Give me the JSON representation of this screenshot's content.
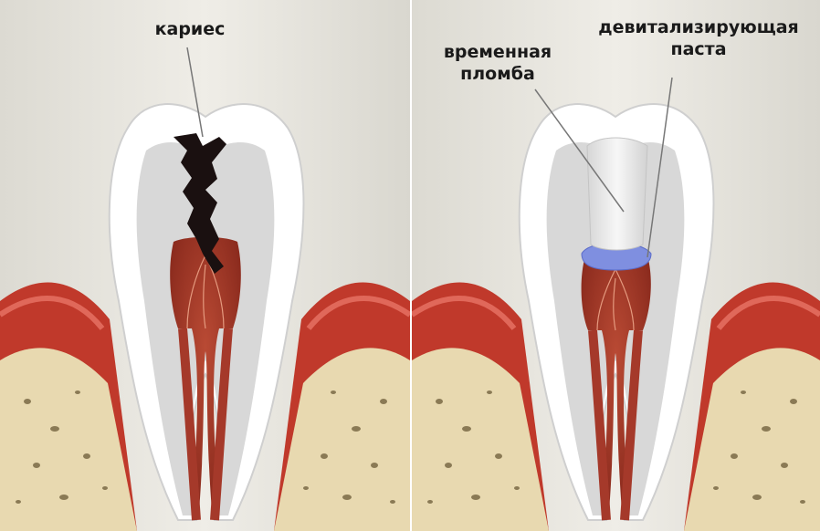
{
  "labels": {
    "caries": "кариес",
    "temporary_filling_line1": "временная",
    "temporary_filling_line2": "пломба",
    "devitalizing_paste_line1": "девитализирующая",
    "devitalizing_paste_line2": "паста"
  },
  "colors": {
    "background": "#e9e7e1",
    "enamel": "#ffffff",
    "dentin": "#cfcfcf",
    "pulp": "#a5392a",
    "gum": "#c0392b",
    "bone": "#e8d9b0",
    "caries": "#1a1010",
    "temporary_filling": "#eeeeee",
    "devitalizing_paste": "#7f8fe0"
  }
}
